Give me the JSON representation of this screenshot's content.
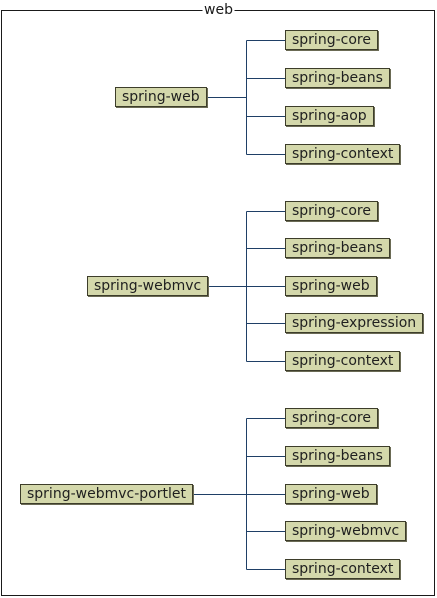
{
  "frame": {
    "title": "web"
  },
  "groups": [
    {
      "name": "spring-web",
      "children": [
        "spring-core",
        "spring-beans",
        "spring-aop",
        "spring-context"
      ]
    },
    {
      "name": "spring-webmvc",
      "children": [
        "spring-core",
        "spring-beans",
        "spring-web",
        "spring-expression",
        "spring-context"
      ]
    },
    {
      "name": "spring-webmvc-portlet",
      "children": [
        "spring-core",
        "spring-beans",
        "spring-web",
        "spring-webmvc",
        "spring-context"
      ]
    }
  ],
  "colors": {
    "node_fill": "#d4d8ab",
    "node_border": "#3d3d2a",
    "connector": "#1f3f66",
    "frame_border": "#1a1a1a"
  }
}
